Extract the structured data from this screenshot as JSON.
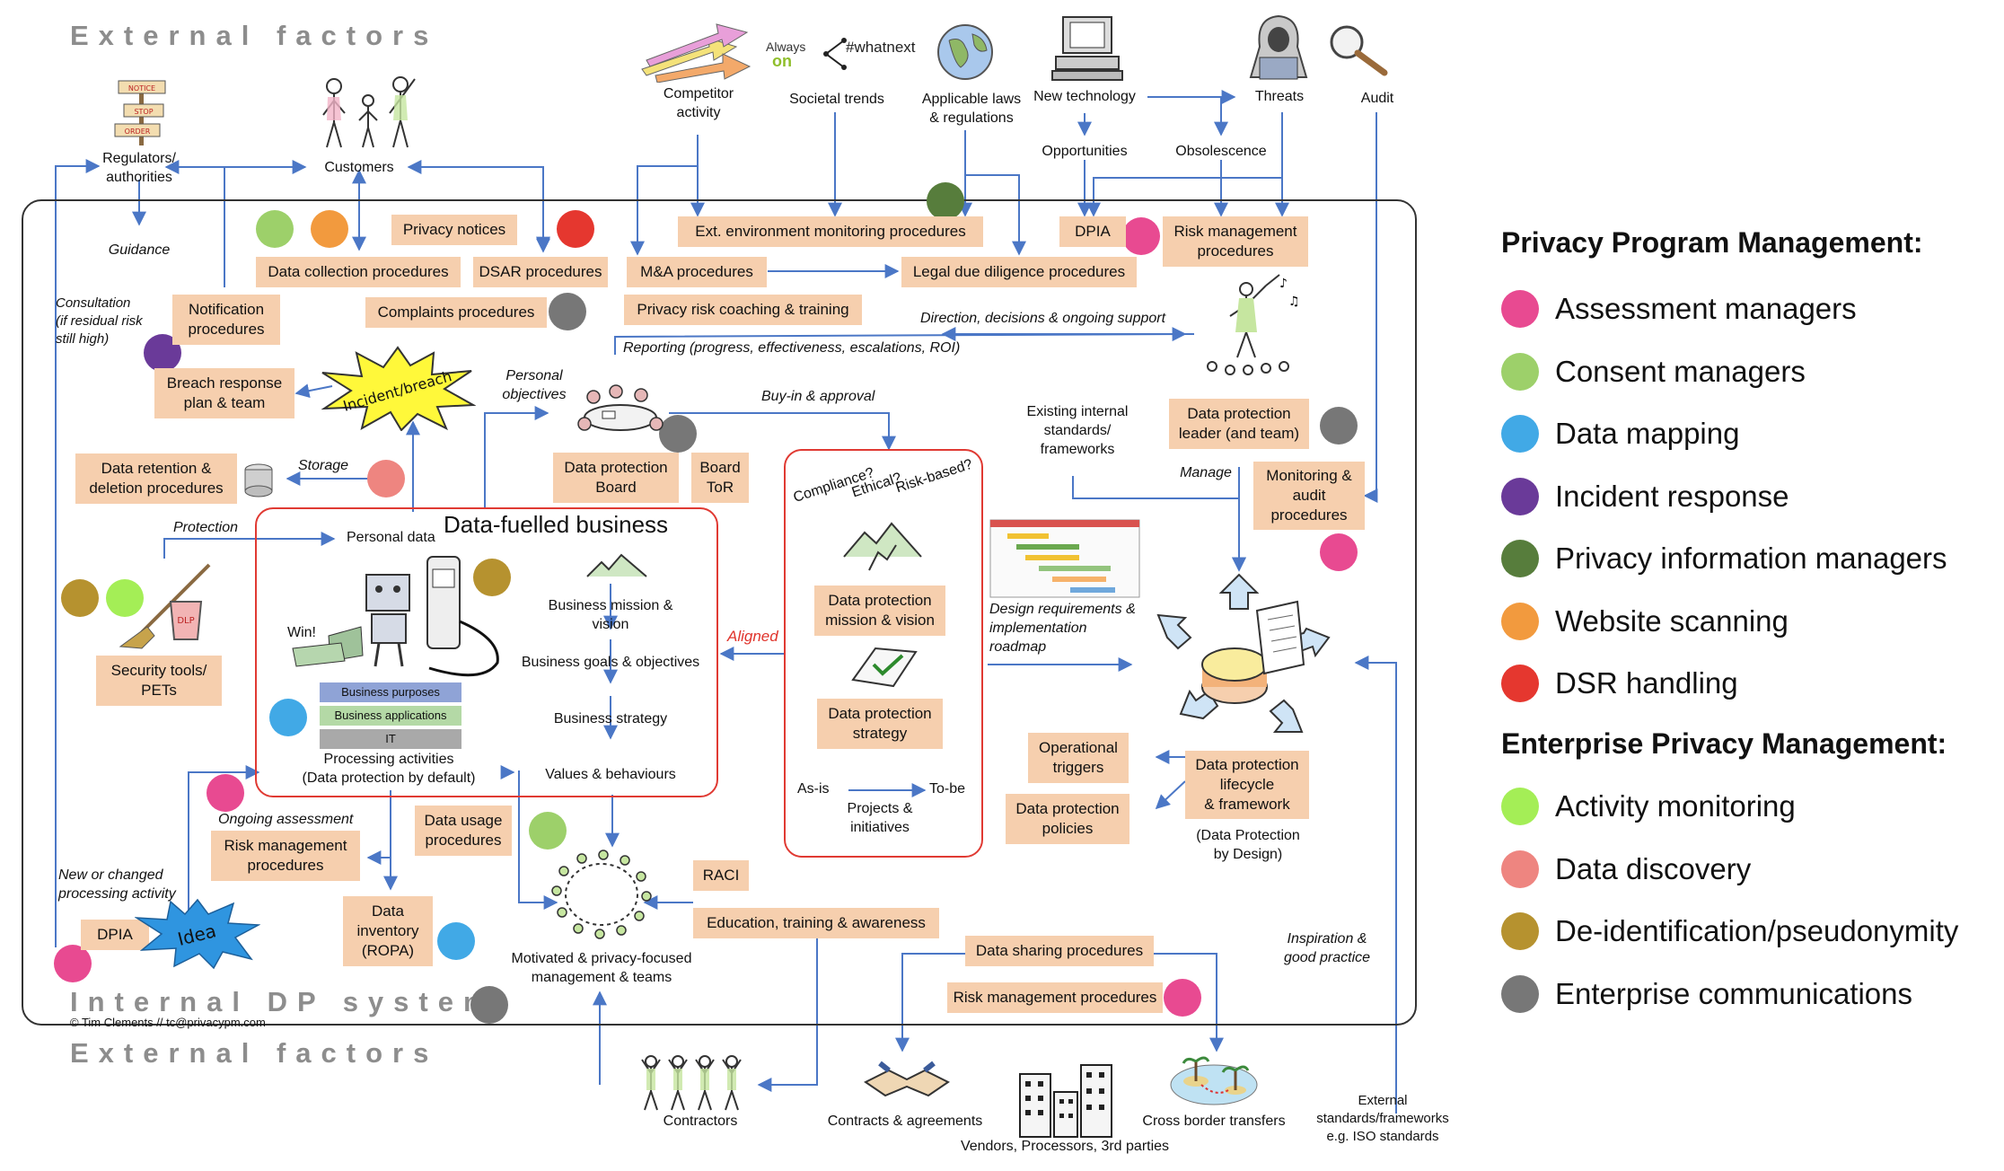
{
  "colors": {
    "assessment": "#e84a91",
    "consent": "#9dd06a",
    "mapping": "#41a9e6",
    "incident": "#6a3a99",
    "pim": "#577d3c",
    "website": "#f29a3e",
    "dsr": "#e5372f",
    "activity": "#a4ee56",
    "discovery": "#ee8580",
    "deid": "#b6922f",
    "ecomm": "#777777",
    "box": "#f6cfae",
    "line": "#4b77c6"
  },
  "headings": {
    "external_top": "External factors",
    "external_bottom": "External factors",
    "internal": "Internal DP system",
    "core": "Data-fuelled business"
  },
  "copyright": "© Tim Clements // tc@privacypm.com",
  "external_labels": {
    "competitor": [
      "Competitor",
      "activity"
    ],
    "societal": "Societal trends",
    "laws": [
      "Applicable laws",
      "& regulations"
    ],
    "newtech": "New technology",
    "threats": "Threats",
    "audit": "Audit",
    "opportunities": "Opportunities",
    "obsolescence": "Obsolescence",
    "regulators": [
      "Regulators/",
      "authorities"
    ],
    "customers": "Customers",
    "contractors": "Contractors",
    "contracts": "Contracts & agreements",
    "vendors": "Vendors, Processors, 3rd parties",
    "crossborder": "Cross border transfers",
    "standards": [
      "External",
      "standards/frameworks",
      "e.g. ISO standards"
    ]
  },
  "doodle_text": {
    "always": "Always",
    "on": "on",
    "whatnext": "#whatnext",
    "notice": "NOTICE",
    "stop": "STOP",
    "order": "ORDER",
    "dlp": "DLP",
    "win": "Win!",
    "idea": "Idea",
    "incident_breach": "Incident/breach"
  },
  "boxes": {
    "privacy_notices": "Privacy notices",
    "data_collection": "Data collection procedures",
    "dsar": "DSAR procedures",
    "complaints": "Complaints procedures",
    "notification": [
      "Notification",
      "procedures"
    ],
    "breach": [
      "Breach response",
      "plan & team"
    ],
    "retention": [
      "Data retention &",
      "deletion procedures"
    ],
    "security_tools": [
      "Security tools/",
      "PETs"
    ],
    "ext_env": "Ext. environment monitoring procedures",
    "ma": "M&A procedures",
    "legal_dd": "Legal due diligence procedures",
    "coaching": "Privacy risk coaching & training",
    "dpia_top": "DPIA",
    "risk_top": [
      "Risk management",
      "procedures"
    ],
    "dp_board": [
      "Data protection",
      "Board"
    ],
    "board_tor": [
      "Board",
      "ToR"
    ],
    "dp_leader": [
      "Data protection",
      "leader (and team)"
    ],
    "monitoring_audit": [
      "Monitoring &",
      "audit",
      "procedures"
    ],
    "dp_mission": [
      "Data protection",
      "mission & vision"
    ],
    "dp_strategy": [
      "Data protection",
      "strategy"
    ],
    "operational": [
      "Operational",
      "triggers"
    ],
    "dp_lifecycle": [
      "Data protection",
      "lifecycle",
      "& framework"
    ],
    "dp_policies": [
      "Data protection",
      "policies"
    ],
    "risk_left": [
      "Risk management",
      "procedures"
    ],
    "data_usage": [
      "Data usage",
      "procedures"
    ],
    "data_inventory": [
      "Data",
      "inventory",
      "(ROPA)"
    ],
    "dpia_bottom": "DPIA",
    "raci": "RACI",
    "education": "Education, training & awareness",
    "data_sharing": "Data sharing procedures",
    "risk_bottom": "Risk management procedures"
  },
  "flow_labels": {
    "guidance": "Guidance",
    "consultation": [
      "Consultation",
      "(if residual risk",
      "still high)"
    ],
    "storage": "Storage",
    "protection": "Protection",
    "personal_objectives": [
      "Personal",
      "objectives"
    ],
    "reporting": "Reporting (progress, effectiveness, escalations, ROI)",
    "direction": "Direction, decisions & ongoing support",
    "buyin": "Buy-in & approval",
    "existing_standards": [
      "Existing internal",
      "standards/",
      "frameworks"
    ],
    "manage": "Manage",
    "compliance": "Compliance?",
    "ethical": "Ethical?",
    "riskbased": "Risk-based?",
    "aligned": "Aligned",
    "design_req": [
      "Design requirements &",
      "implementation",
      "roadmap"
    ],
    "asis": "As-is",
    "tobe": "To-be",
    "projects": [
      "Projects &",
      "initiatives"
    ],
    "dp_by_design": [
      "(Data Protection",
      "by Design)"
    ],
    "inspiration": [
      "Inspiration &",
      "good practice"
    ],
    "ongoing": "Ongoing assessment",
    "new_changed": [
      "New or changed",
      "processing activity"
    ],
    "motivated": [
      "Motivated & privacy-focused",
      "management & teams"
    ],
    "personal_data": "Personal data",
    "business_mission": "Business mission & vision",
    "business_goals": "Business goals & objectives",
    "business_strategy": "Business strategy",
    "values": "Values & behaviours",
    "processing": [
      "Processing activities",
      "(Data protection by default)"
    ]
  },
  "stack": [
    "Business purposes",
    "Business applications",
    "IT"
  ],
  "legend": {
    "heading1": "Privacy Program Management:",
    "heading2": "Enterprise Privacy Management:",
    "group1": [
      {
        "label": "Assessment managers",
        "color": "#e84a91"
      },
      {
        "label": "Consent managers",
        "color": "#9dd06a"
      },
      {
        "label": "Data mapping",
        "color": "#41a9e6"
      },
      {
        "label": "Incident response",
        "color": "#6a3a99"
      },
      {
        "label": "Privacy information managers",
        "color": "#577d3c"
      },
      {
        "label": "Website scanning",
        "color": "#f29a3e"
      },
      {
        "label": "DSR handling",
        "color": "#e5372f"
      }
    ],
    "group2": [
      {
        "label": "Activity monitoring",
        "color": "#a4ee56"
      },
      {
        "label": "Data discovery",
        "color": "#ee8580"
      },
      {
        "label": "De-identification/pseudonymity",
        "color": "#b6922f"
      },
      {
        "label": "Enterprise communications",
        "color": "#777777"
      }
    ]
  }
}
